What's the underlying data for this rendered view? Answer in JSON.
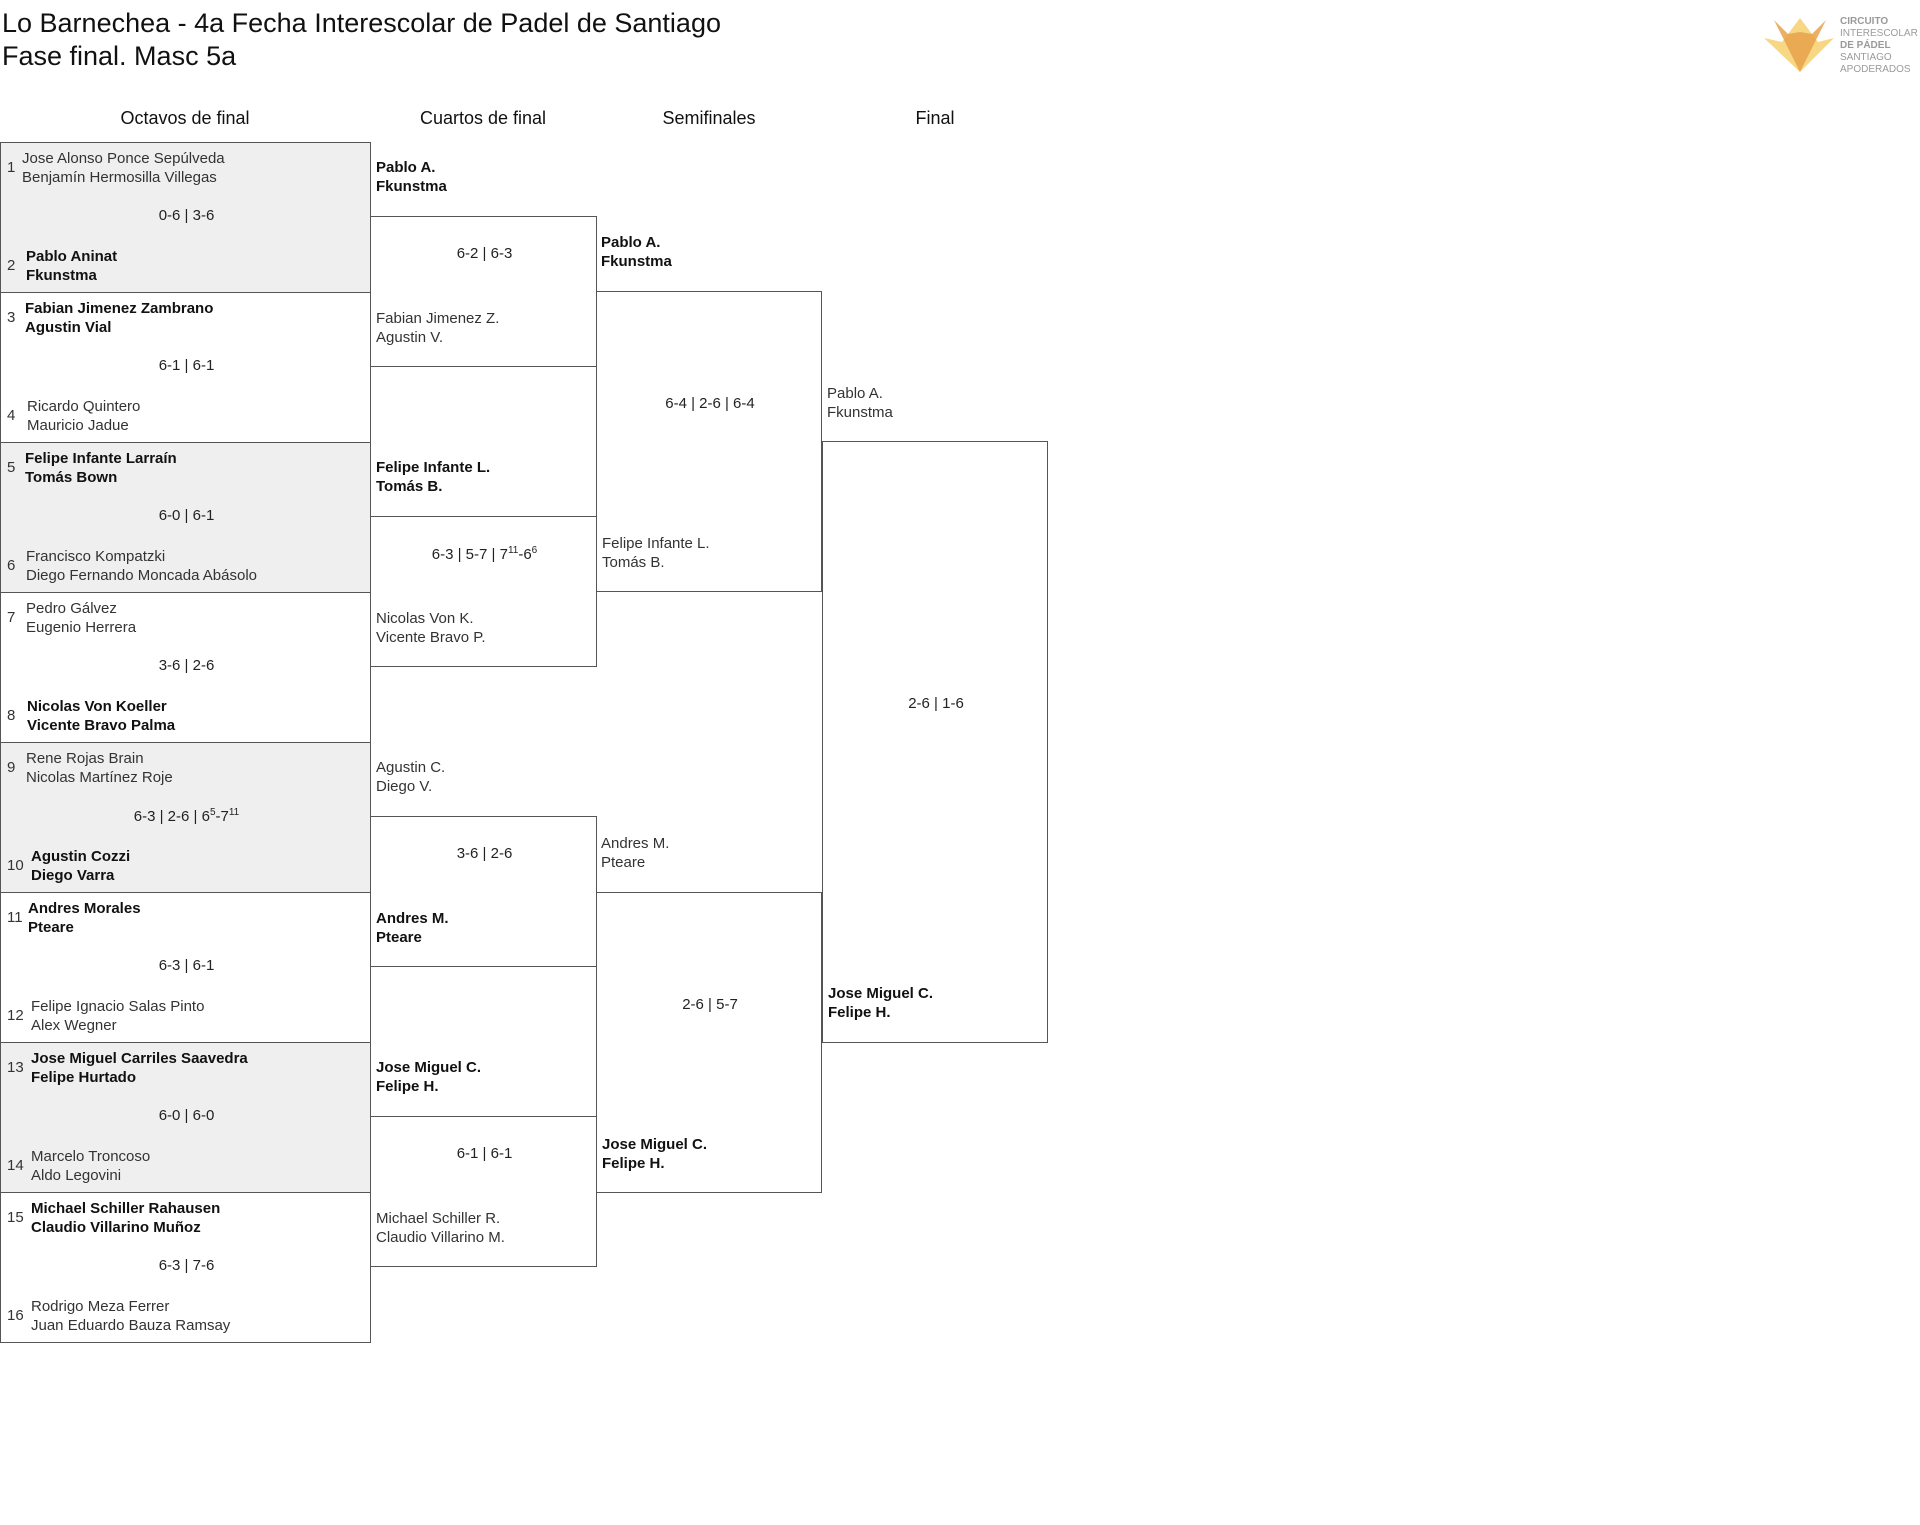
{
  "header": {
    "title_line1": "Lo Barnechea - 4a Fecha Interescolar de Padel de Santiago",
    "title_line2": "Fase final. Masc 5a"
  },
  "logo": {
    "icon": "fox-logo-icon",
    "lines": [
      "CIRCUITO",
      "INTERESCOLAR",
      "DE PÁDEL",
      "SANTIAGO",
      "APODERADOS"
    ],
    "colors": {
      "orange": "#e8a24a",
      "yellow": "#f6cf6e",
      "text": "#9a9a9a"
    }
  },
  "columns": [
    "Octavos de final",
    "Cuartos de final",
    "Semifinales",
    "Final"
  ],
  "r16": [
    {
      "seed_top": "1",
      "top": [
        "Jose Alonso Ponce Sepúlveda",
        "Benjamín Hermosilla Villegas"
      ],
      "score": "0-6 | 3-6",
      "seed_bottom": "2",
      "bottom": [
        "Pablo Aninat",
        "Fkunstma"
      ]
    },
    {
      "seed_top": "3",
      "top": [
        "Fabian Jimenez Zambrano",
        "Agustin Vial"
      ],
      "score": "6-1 | 6-1",
      "seed_bottom": "4",
      "bottom": [
        "Ricardo Quintero",
        "Mauricio Jadue"
      ]
    },
    {
      "seed_top": "5",
      "top": [
        "Felipe Infante Larraín",
        "Tomás Bown"
      ],
      "score": "6-0 | 6-1",
      "seed_bottom": "6",
      "bottom": [
        "Francisco Kompatzki",
        "Diego Fernando Moncada Abásolo"
      ]
    },
    {
      "seed_top": "7",
      "top": [
        "Pedro Gálvez",
        "Eugenio Herrera"
      ],
      "score": "3-6 | 2-6",
      "seed_bottom": "8",
      "bottom": [
        "Nicolas Von Koeller",
        "Vicente Bravo Palma"
      ]
    },
    {
      "seed_top": "9",
      "top": [
        "Rene Rojas Brain",
        "Nicolas Martínez Roje"
      ],
      "score_a": "6-3 | 2-6 | 6",
      "score_sup1": "5",
      "score_b": "-7",
      "score_sup2": "11",
      "seed_bottom": "10",
      "bottom": [
        "Agustin Cozzi",
        "Diego Varra"
      ]
    },
    {
      "seed_top": "11",
      "top": [
        "Andres Morales",
        "Pteare"
      ],
      "score": "6-3 | 6-1",
      "seed_bottom": "12",
      "bottom": [
        "Felipe Ignacio Salas Pinto",
        "Alex Wegner"
      ]
    },
    {
      "seed_top": "13",
      "top": [
        "Jose Miguel Carriles Saavedra",
        "Felipe Hurtado"
      ],
      "score": "6-0 | 6-0",
      "seed_bottom": "14",
      "bottom": [
        "Marcelo Troncoso",
        "Aldo Legovini"
      ]
    },
    {
      "seed_top": "15",
      "top": [
        "Michael Schiller Rahausen",
        "Claudio Villarino Muñoz"
      ],
      "score": "6-3 | 7-6",
      "seed_bottom": "16",
      "bottom": [
        "Rodrigo Meza Ferrer",
        "Juan Eduardo Bauza Ramsay"
      ]
    }
  ],
  "qf": [
    {
      "top": [
        "Pablo A.",
        "Fkunstma"
      ],
      "score": "6-2 | 6-3",
      "bottom": [
        "Fabian Jimenez Z.",
        "Agustin V."
      ]
    },
    {
      "top": [
        "Felipe Infante L.",
        "Tomás B."
      ],
      "score_a": "6-3 | 5-7 | 7",
      "score_sup1": "11",
      "score_b": "-6",
      "score_sup2": "6",
      "bottom": [
        "Nicolas Von K.",
        "Vicente Bravo P."
      ]
    },
    {
      "top": [
        "Agustin C.",
        "Diego V."
      ],
      "score": "3-6 | 2-6",
      "bottom": [
        "Andres M.",
        "Pteare"
      ]
    },
    {
      "top": [
        "Jose Miguel C.",
        "Felipe H."
      ],
      "score": "6-1 | 6-1",
      "bottom": [
        "Michael Schiller R.",
        "Claudio Villarino M."
      ]
    }
  ],
  "sf": [
    {
      "top": [
        "Pablo A.",
        "Fkunstma"
      ],
      "score": "6-4 | 2-6 | 6-4",
      "bottom": [
        "Felipe Infante L.",
        "Tomás B."
      ]
    },
    {
      "top": [
        "Andres M.",
        "Pteare"
      ],
      "score": "2-6 | 5-7",
      "bottom": [
        "Jose Miguel C.",
        "Felipe H."
      ]
    }
  ],
  "final": {
    "top": [
      "Pablo A.",
      "Fkunstma"
    ],
    "score": "2-6 | 1-6",
    "bottom": [
      "Jose Miguel C.",
      "Felipe H."
    ]
  }
}
